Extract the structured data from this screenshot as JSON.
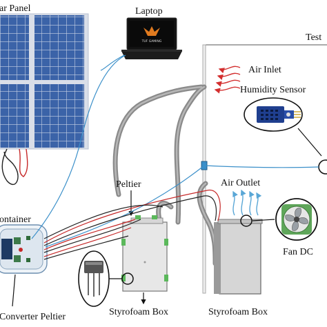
{
  "labels": {
    "solar_panel": "ar Panel",
    "laptop": "Laptop",
    "test": "Test",
    "air_inlet": "Air Inlet",
    "humidity_sensor": "Humidity Sensor",
    "peltier": "Peltier",
    "air_outlet": "Air Outlet",
    "container": "ontainer",
    "fan_dc": "Fan DC",
    "converter_peltier": "Converter Peltier",
    "styrofoam_box_left": "Styrofoam Box",
    "styrofoam_box_right": "Styrofoam Box"
  },
  "laptop_screen_text": "TUF GAMING",
  "colors": {
    "panel_cell": "#3b63a8",
    "panel_frame": "#d9dee8",
    "cable_blue": "#3a8fc9",
    "cable_red": "#c62828",
    "cable_black": "#222222",
    "duct_gray": "#8a8a8a",
    "box_fill": "#e7e7e7",
    "peltier_green": "#5bb85b",
    "arrow_red": "#d32f2f",
    "arrow_blue": "#5aa7d6",
    "sensor_blue": "#1f3f8f"
  }
}
